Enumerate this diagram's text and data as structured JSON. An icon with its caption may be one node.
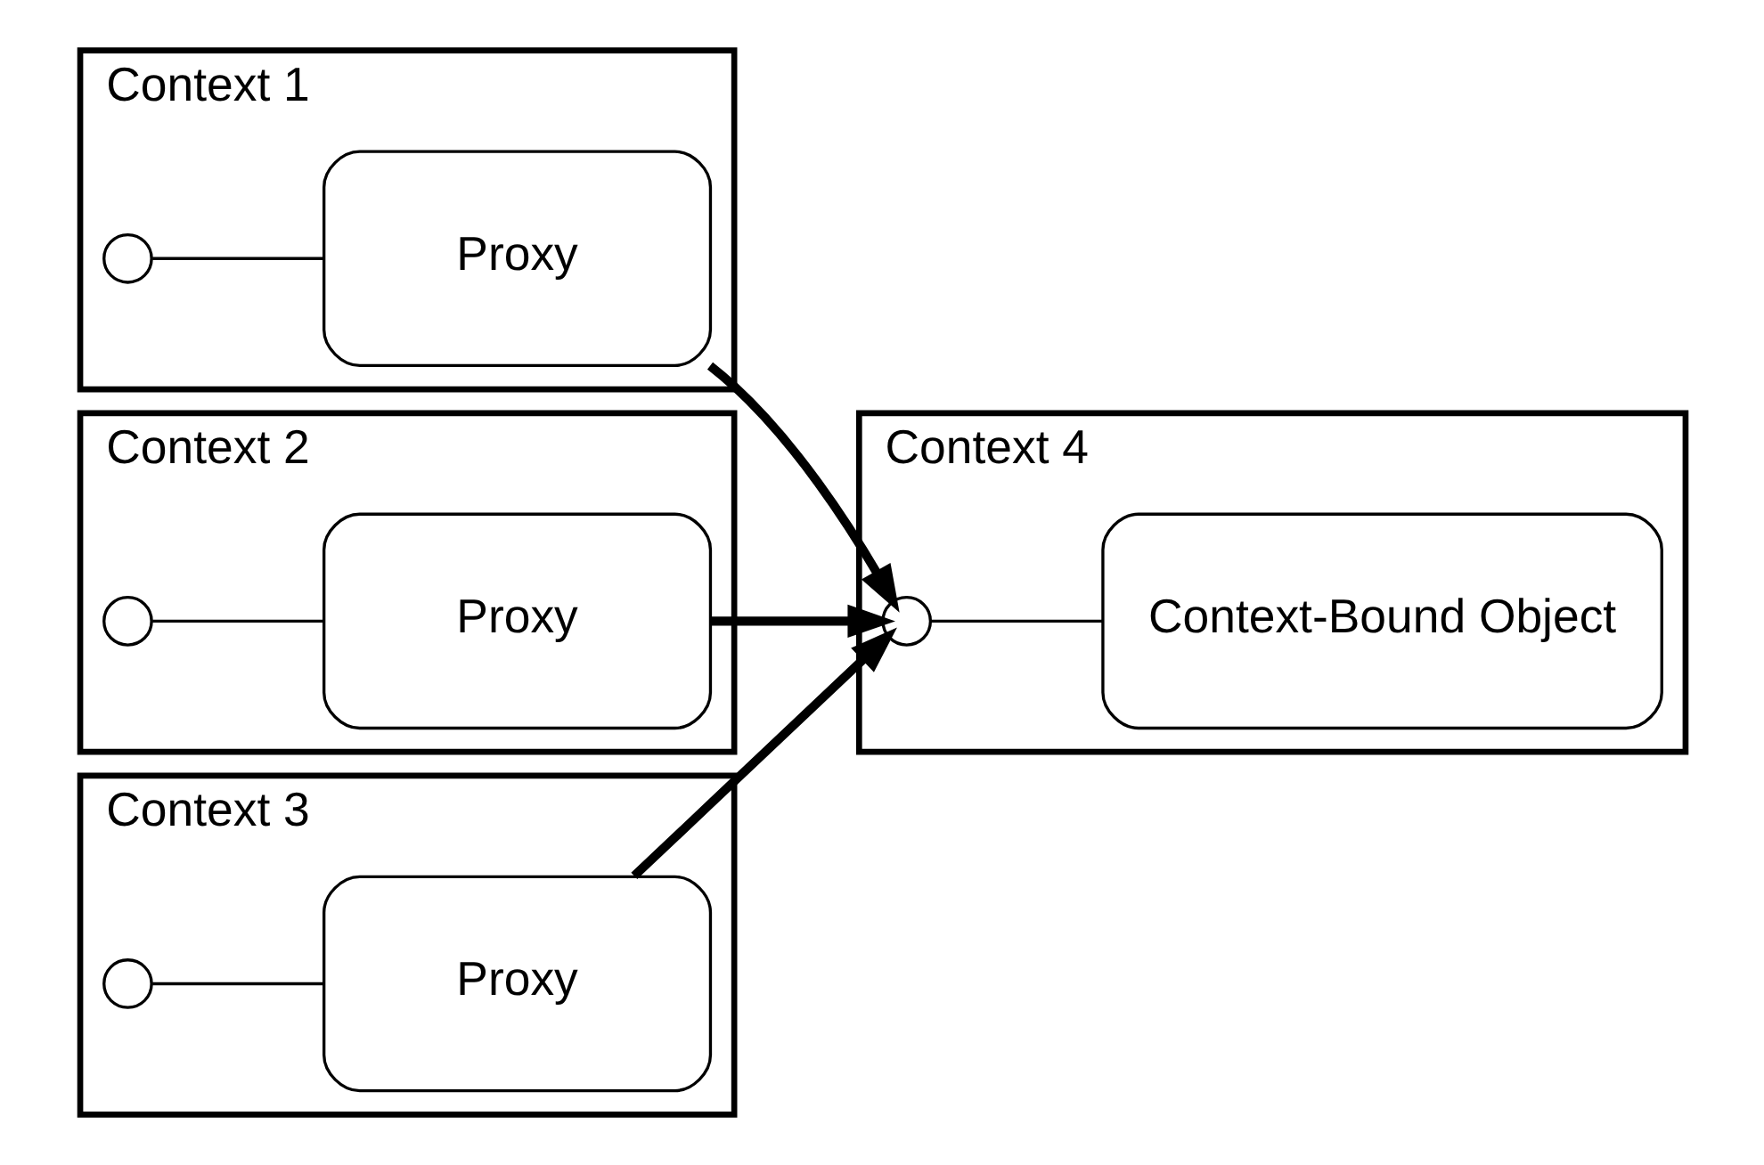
{
  "diagram": {
    "nodes": [
      {
        "text": [
          "Context 1"
        ]
      },
      {
        "text": [],
        "shape": "circle",
        "in": 0
      },
      {
        "text": [
          "Proxy"
        ],
        "in": 0
      },
      {
        "text": [
          "Context 2"
        ]
      },
      {
        "text": [],
        "shape": "circle",
        "in": 3
      },
      {
        "text": [
          "Proxy"
        ],
        "in": 3
      },
      {
        "text": [
          "Context 3"
        ]
      },
      {
        "text": [],
        "shape": "circle",
        "in": 6
      },
      {
        "text": [
          "Proxy"
        ],
        "in": 6
      },
      {
        "text": [
          "Context 4"
        ]
      },
      {
        "text": [],
        "shape": "circle",
        "in": 9
      },
      {
        "text": [
          "Context-Bound Object"
        ],
        "in": 9
      }
    ],
    "edges": [
      {
        "from": 1,
        "to": 2,
        "arrow": "none"
      },
      {
        "from": 4,
        "to": 5,
        "arrow": "none"
      },
      {
        "from": 7,
        "to": 8,
        "arrow": "none"
      },
      {
        "from": 10,
        "to": 11,
        "arrow": "none"
      },
      {
        "from": 2,
        "to": 10,
        "arrow": "to",
        "style": "thick"
      },
      {
        "from": 5,
        "to": 10,
        "arrow": "to",
        "style": "thick"
      },
      {
        "from": 8,
        "to": 10,
        "arrow": "to",
        "style": "thick"
      }
    ]
  }
}
